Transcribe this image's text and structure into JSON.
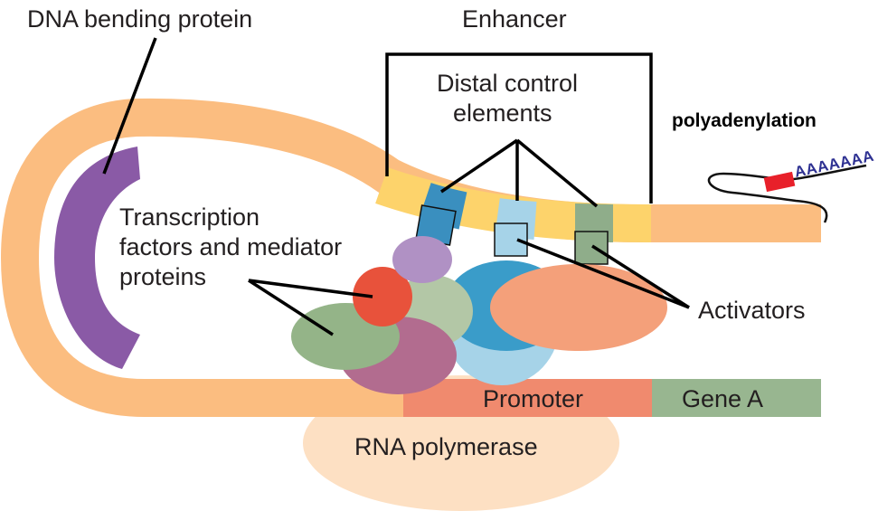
{
  "labels": {
    "dna_bending_protein": "DNA bending protein",
    "enhancer": "Enhancer",
    "distal_line1": "Distal control",
    "distal_line2": "elements",
    "polyadenylation": "polyadenylation",
    "poly_a_tail": "AAAAAAA",
    "tf_line1": "Transcription",
    "tf_line2": "factors and mediator",
    "tf_line3": "proteins",
    "activators": "Activators",
    "promoter": "Promoter",
    "gene_a": "Gene A",
    "rna_polymerase": "RNA polymerase"
  },
  "colors": {
    "dna_strand": "#fbbd80",
    "enhancer_region": "#fdd36b",
    "distal_element_blue": "#3a8fbf",
    "distal_element_lightblue": "#a6d3e8",
    "distal_element_green": "#8fad8a",
    "dna_bending_protein": "#8a5aa6",
    "promoter": "#f08a6e",
    "gene_a": "#98b690",
    "rna_polymerase": "#fde0c3",
    "activator_blue": "#3a9cc9",
    "activator_salmon": "#f4a07a",
    "mediator_purple": "#b091c4",
    "mediator_red": "#e8523b",
    "mediator_sage": "#b3c7a6",
    "mediator_green": "#94b488",
    "mediator_mauve": "#b26c8f",
    "poly_a_signal": "#e8202a"
  }
}
